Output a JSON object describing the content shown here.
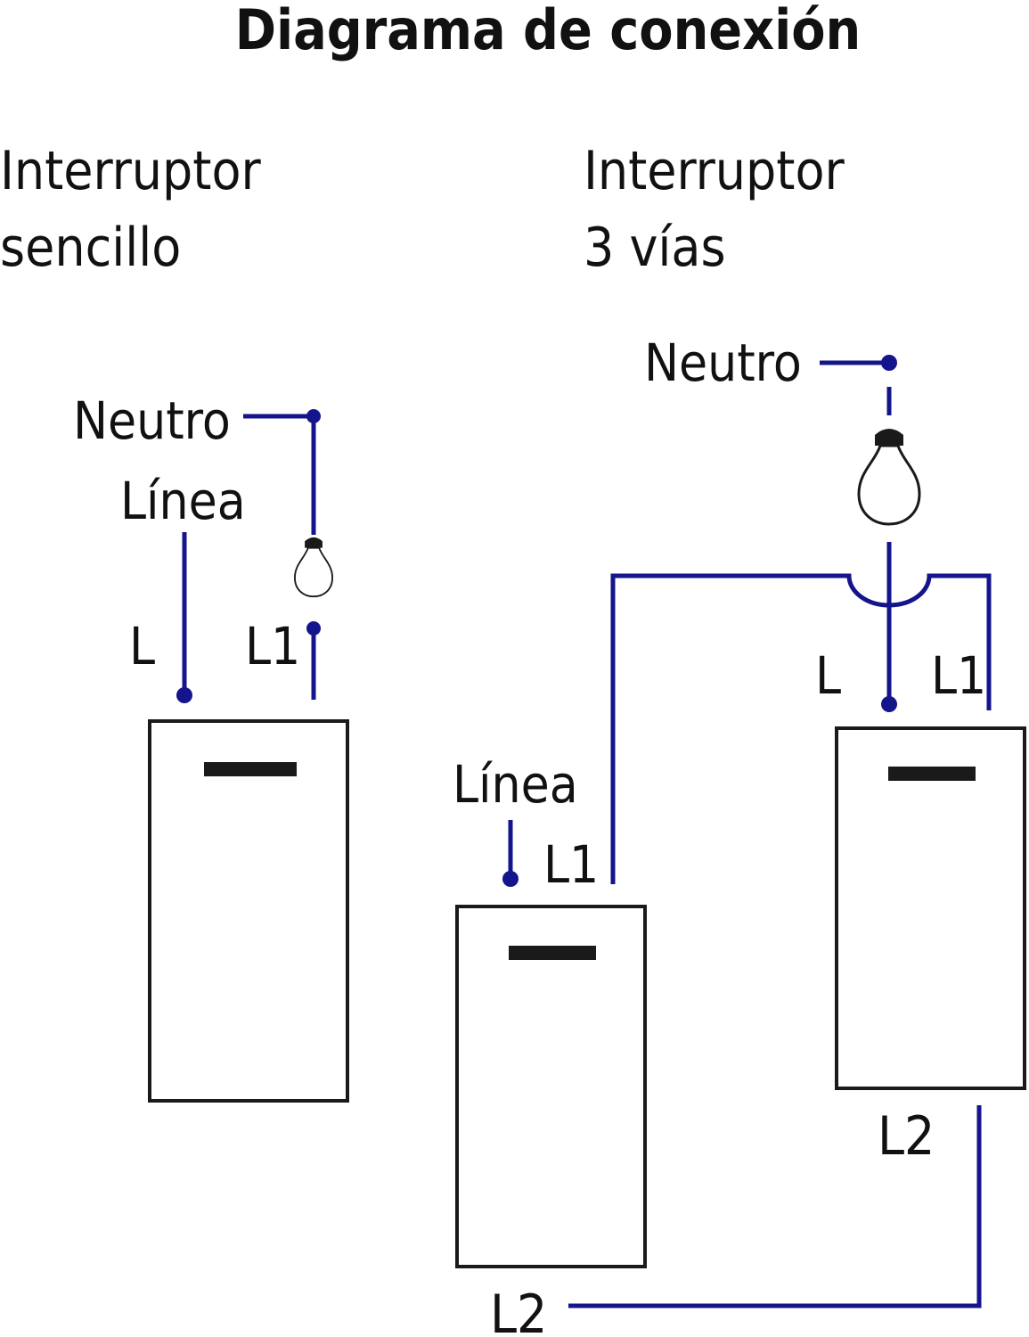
{
  "title": "Diagrama de conexión",
  "colors": {
    "wire": "#14148c",
    "outline": "#1a1a1a",
    "text": "#111111",
    "background": "#ffffff"
  },
  "single_switch": {
    "heading_line1": "Interruptor",
    "heading_line2": "sencillo",
    "neutro_label": "Neutro",
    "linea_label": "Línea",
    "terminal_l": "L",
    "terminal_l1": "L1",
    "icon": "light-bulb-icon"
  },
  "three_way": {
    "heading_line1": "Interruptor",
    "heading_line2": "3 vías",
    "neutro_label": "Neutro",
    "icon": "light-bulb-icon",
    "switch_a": {
      "linea_label": "Línea",
      "terminal_l1": "L1",
      "terminal_l2": "L2"
    },
    "switch_b": {
      "terminal_l": "L",
      "terminal_l1": "L1",
      "terminal_l2": "L2"
    }
  }
}
